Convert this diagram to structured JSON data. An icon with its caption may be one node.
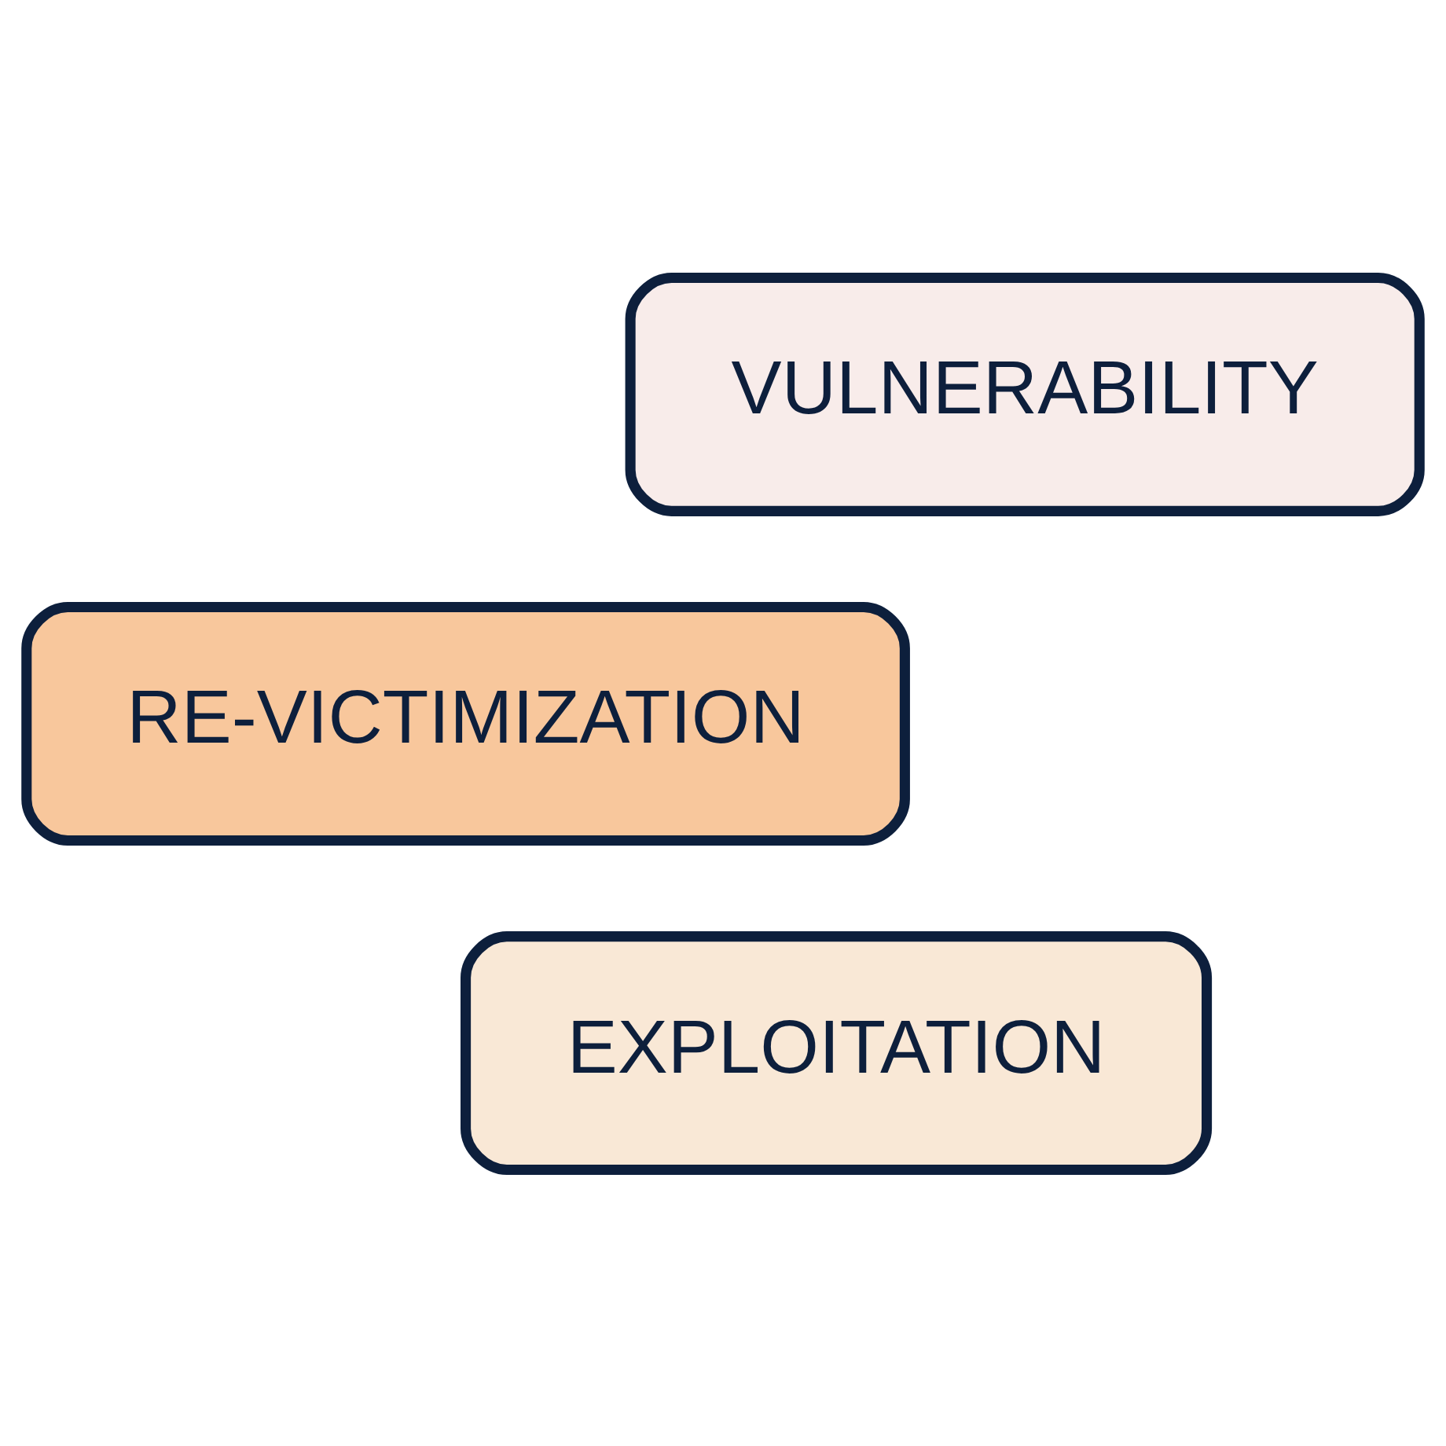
{
  "diagram": {
    "nodes": [
      {
        "text": [
          "VULNERABILITY"
        ]
      },
      {
        "text": [
          "EXPLOITATION"
        ]
      },
      {
        "text": [
          "RE-VICTIMIZATION"
        ]
      }
    ]
  }
}
